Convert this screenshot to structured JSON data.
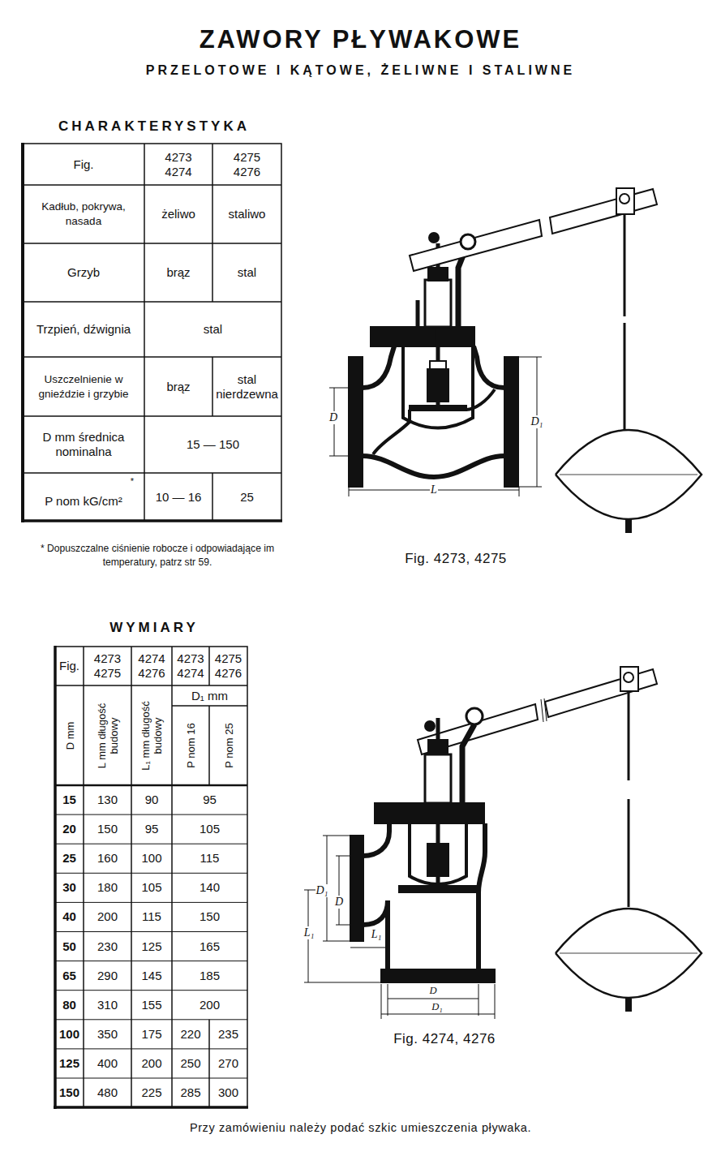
{
  "diagram": {
    "title": "ZAWORY PŁYWAKOWE",
    "caption": "Przy zamówieniu należy podać szkic umieszczenia pływaka.",
    "labels": [
      "PRZELOTOWE I KĄTOWE, ŻELIWNE I STALIWNE",
      "CHARAKTERYSTYKA",
      "Fig.",
      "4273 4274",
      "4275 4276",
      "Kadłub, pokrywa, nasada",
      "żeliwo",
      "staliwo",
      "Grzyb",
      "brąz",
      "stal",
      "Trzpień, dźwignia",
      "stal",
      "Uszczelnienie w gnieździe i grzybie",
      "brąz",
      "stal nierdzewna",
      "D mm średnica nominalna",
      "15 — 150",
      "*",
      "P nom kG/cm²",
      "10 — 16",
      "25",
      "* Dopuszczalne ciśnienie robocze i odpowiadające im temperatury, patrz str 59.",
      "D",
      "D₁",
      "L",
      "Fig. 4273, 4275",
      "WYMIARY",
      "Fig.",
      "4273 4275",
      "4274 4276",
      "4273 4274",
      "4275 4276",
      "D mm",
      "L mm długość budowy",
      "L₁ mm długość budowy",
      "D₁ mm",
      "P nom 16",
      "P nom 25",
      "15",
      "130",
      "90",
      "95",
      "20",
      "150",
      "95",
      "105",
      "25",
      "160",
      "100",
      "115",
      "30",
      "180",
      "105",
      "140",
      "40",
      "200",
      "115",
      "150",
      "50",
      "230",
      "125",
      "165",
      "65",
      "290",
      "145",
      "185",
      "80",
      "310",
      "155",
      "200",
      "100",
      "350",
      "175",
      "220",
      "235",
      "125",
      "400",
      "200",
      "250",
      "270",
      "150",
      "480",
      "225",
      "285",
      "300",
      "D₁",
      "D",
      "L₁",
      "L₁",
      "D",
      "D₁",
      "Fig. 4274, 4276"
    ]
  }
}
